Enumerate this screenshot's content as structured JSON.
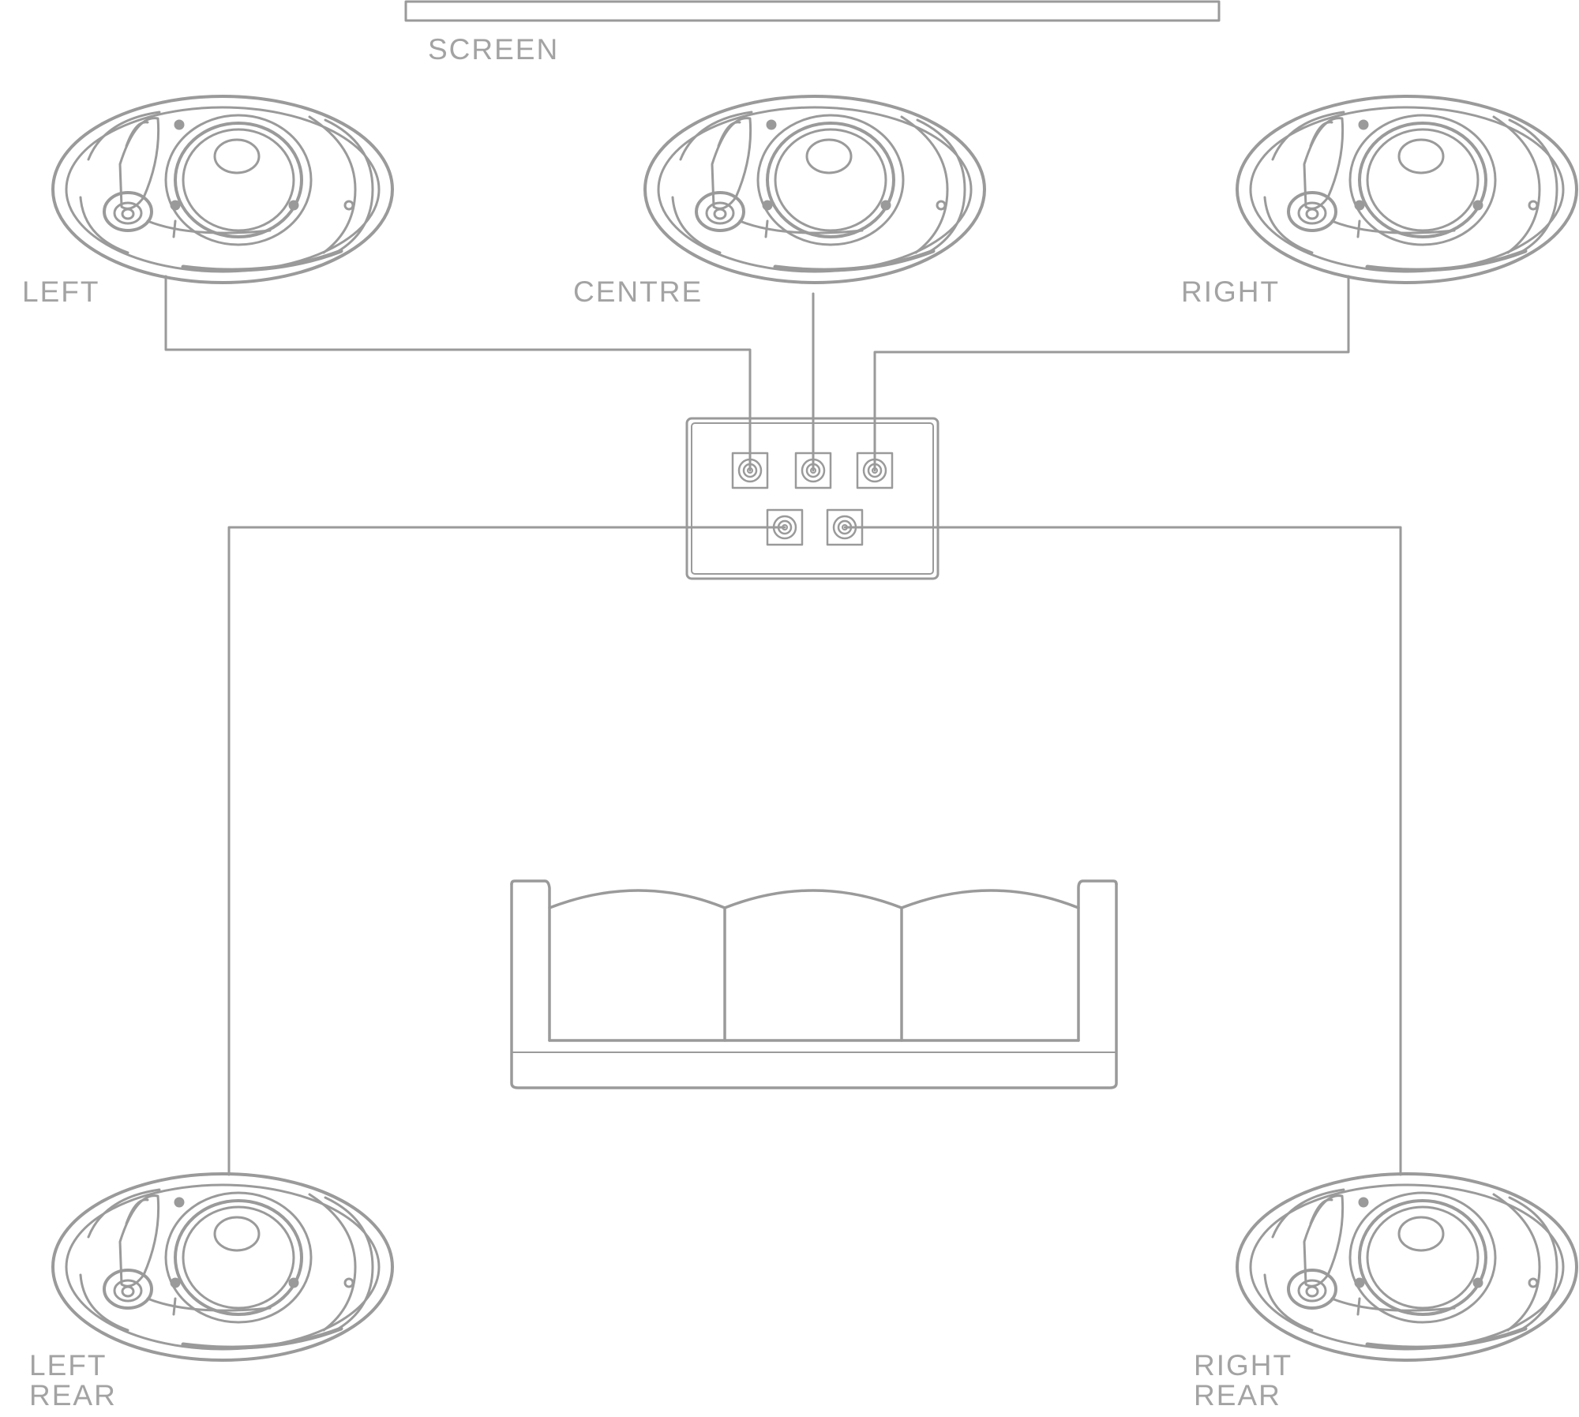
{
  "labels": {
    "screen": "SCREEN",
    "left": "LEFT",
    "centre": "CENTRE",
    "right": "RIGHT",
    "left_rear_1": "LEFT",
    "left_rear_2": "REAR",
    "right_rear_1": "RIGHT",
    "right_rear_2": "REAR"
  },
  "colors": {
    "line": "#9a9a9a",
    "text": "#a3a3a3",
    "background": "#ffffff"
  },
  "icons": {
    "speaker": "in-ceiling-speaker-icon",
    "sofa": "sofa-icon",
    "receiver": "receiver-terminal-panel",
    "screen": "projection-screen"
  }
}
